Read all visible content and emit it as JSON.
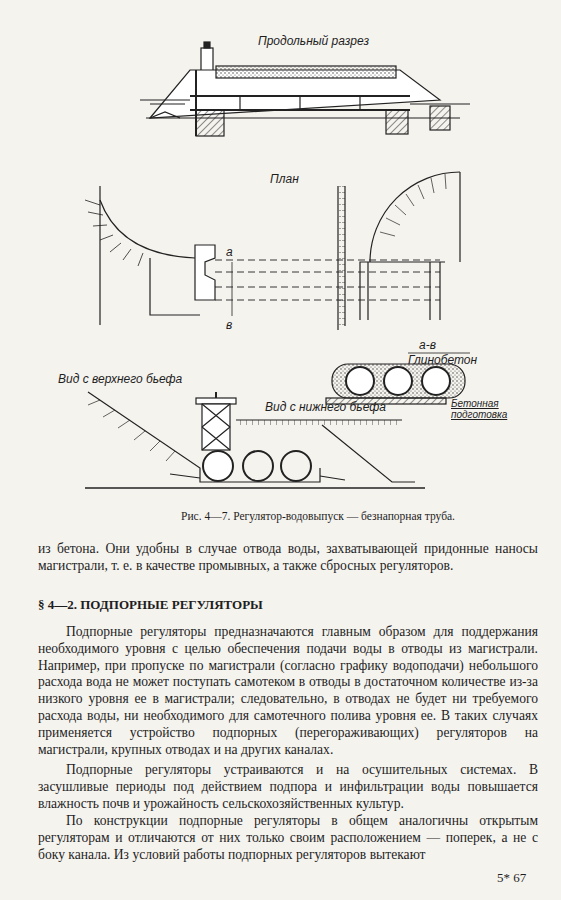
{
  "diagram": {
    "caption": "Рис. 4—7. Регулятор-водовыпуск — безнапорная труба.",
    "labels": [
      "Продольный разрез",
      "План",
      "а",
      "в",
      "а-в",
      "Глинобетон",
      "Бетонная подготовка",
      "Вид с верхнего бьефа",
      "Вид с нижнего бьефа",
      "из бетона. Они удобны в случае отвода воды, захватывающей придонные наносы магистрали, т. е. в качестве промывных, а также сбросных регуляторов.",
      "§ 4—2. ПОДПОРНЫЕ РЕГУЛЯТОРЫ",
      "Подпорные регуляторы предназначаются главным образом для поддержания необходимого уровня с целью обеспечения подачи воды в отводы из магистрали. Например, при пропуске по магистрали (согласно графику водоподачи) небольшого расхода вода не может поступать самотеком в отводы в достаточном количестве из-за низкого уровня ее в магистрали; следовательно, в отводах не будет ни требуемого расхода воды, ни необходимого для самотечного полива уровня ее. В таких случаях применяется устройство подпорных (перегораживающих) регуляторов на магистрали, крупных отводах и на других каналах.",
      "Подпорные регуляторы устраиваются и на осушительных системах. В засушливые периоды под действием подпора и инфильтрации воды повышается влажность почв и урожайность сельскохозяйственных культур.",
      "По конструкции подпорные регуляторы в общем аналогичны открытым регуляторам и отличаются от них только своим расположением — поперек, а не с боку канала. Из условий работы подпорных регуляторов вытекают",
      "5* 67"
    ]
  }
}
